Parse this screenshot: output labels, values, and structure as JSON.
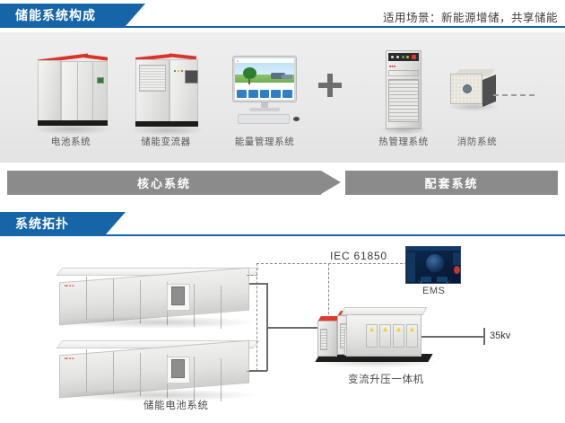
{
  "sections": {
    "composition": {
      "title": "储能系统构成",
      "note": "适用场景：新能源增储，共享储能",
      "items": [
        {
          "label": "电池系统",
          "icon": "battery-cabinet-icon"
        },
        {
          "label": "储能变流器",
          "icon": "pcs-cabinet-icon"
        },
        {
          "label": "能量管理系统",
          "icon": "ems-monitor-icon"
        },
        {
          "label": "热管理系统",
          "icon": "thermal-rack-icon"
        },
        {
          "label": "消防系统",
          "icon": "fire-suppression-box-icon"
        }
      ],
      "plus_symbol": "+",
      "ellipsis_dashes": 5,
      "bands": {
        "core": "核心系统",
        "support": "配套系统"
      }
    },
    "topology": {
      "title": "系统拓扑",
      "labels": {
        "battery_system": "储能电池系统",
        "protocol": "IEC 61850",
        "ems": "EMS",
        "pcs_transformer": "变流升压一体机",
        "voltage": "35kv"
      },
      "container_count": 2
    }
  },
  "colors": {
    "brand_blue": "#1565a8",
    "band_gray": "#8b8b8b",
    "panel_bg": "#eae9e9",
    "accent_red": "#d8352a",
    "text_dark": "#3c3c3c",
    "text_muted": "#58595b"
  }
}
